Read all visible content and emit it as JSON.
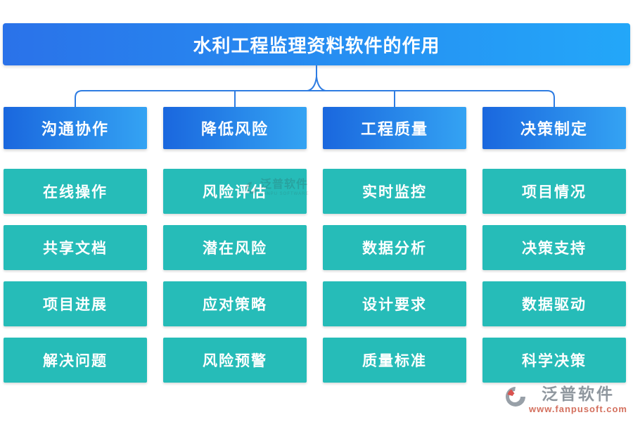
{
  "title": "水利工程监理资料软件的作用",
  "columns": [
    {
      "header": "沟通协作",
      "items": [
        "在线操作",
        "共享文档",
        "项目进展",
        "解决问题"
      ]
    },
    {
      "header": "降低风险",
      "items": [
        "风险评估",
        "潜在风险",
        "应对策略",
        "风险预警"
      ]
    },
    {
      "header": "工程质量",
      "items": [
        "实时监控",
        "数据分析",
        "设计要求",
        "质量标准"
      ]
    },
    {
      "header": "决策制定",
      "items": [
        "项目情况",
        "决策支持",
        "数据驱动",
        "科学决策"
      ]
    }
  ],
  "watermark": {
    "text": "泛普软件",
    "subtext": "FANPU SOFTWARE"
  },
  "branding": {
    "name": "泛普软件",
    "website": "www.fanpusoft.com"
  },
  "colors": {
    "title_gradient_start": "#2A72E9",
    "title_gradient_end": "#23A7F9",
    "header_gradient_start": "#1A67DE",
    "header_gradient_end": "#34A3F3",
    "item_background": "#26BCB8",
    "connector_line": "#2E7CE2",
    "brand_gray": "#8F979E",
    "brand_red": "#D4705E"
  }
}
